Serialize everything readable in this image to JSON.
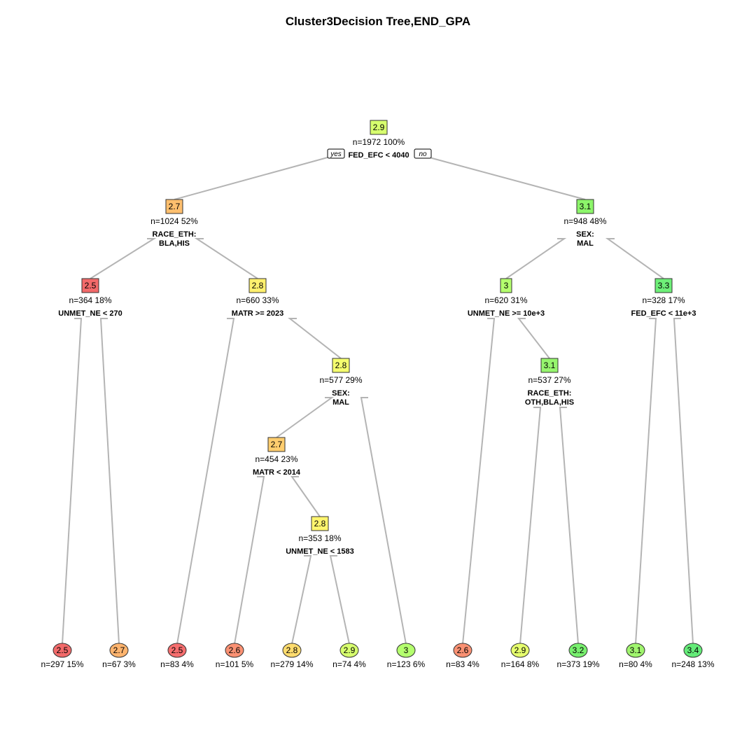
{
  "title": "Cluster3Decision Tree,END_GPA",
  "labels": {
    "yes": "yes",
    "no": "no"
  },
  "colors": {
    "edge": "#b4b4b4",
    "stroke": "#333333"
  },
  "nodes": {
    "root": {
      "value": "2.9",
      "stat": "n=1972  100%",
      "split": [
        "FED_EFC < 4040"
      ],
      "color": "#d7ff6e"
    },
    "n2": {
      "value": "2.7",
      "stat": "n=1024  52%",
      "split": [
        "RACE_ETH:",
        "BLA,HIS"
      ],
      "color": "#ffbf6e"
    },
    "n3": {
      "value": "3.1",
      "stat": "n=948  48%",
      "split": [
        "SEX:",
        "MAL"
      ],
      "color": "#8cf56a"
    },
    "n4": {
      "value": "2.5",
      "stat": "n=364  18%",
      "split": [
        "UNMET_NE < 270"
      ],
      "color": "#f26a6a"
    },
    "n5": {
      "value": "2.8",
      "stat": "n=660  33%",
      "split": [
        "MATR >= 2023"
      ],
      "color": "#fff06e"
    },
    "n6": {
      "value": "3",
      "stat": "n=620  31%",
      "split": [
        "UNMET_NE >= 10e+3"
      ],
      "color": "#b4ff6e"
    },
    "n7": {
      "value": "3.3",
      "stat": "n=328  17%",
      "split": [
        "FED_EFC < 11e+3"
      ],
      "color": "#6ef078"
    },
    "n11": {
      "value": "2.8",
      "stat": "n=577  29%",
      "split": [
        "SEX:",
        "MAL"
      ],
      "color": "#f5ff6e"
    },
    "n13": {
      "value": "3.1",
      "stat": "n=537  27%",
      "split": [
        "RACE_ETH:",
        "OTH,BLA,HIS"
      ],
      "color": "#96f56e"
    },
    "n22": {
      "value": "2.7",
      "stat": "n=454  23%",
      "split": [
        "MATR < 2014"
      ],
      "color": "#ffcd6e"
    },
    "n45": {
      "value": "2.8",
      "stat": "n=353  18%",
      "split": [
        "UNMET_NE < 1583"
      ],
      "color": "#fff56e"
    },
    "L1": {
      "value": "2.5",
      "stat": "n=297  15%",
      "color": "#f26a6a"
    },
    "L2": {
      "value": "2.7",
      "stat": "n=67  3%",
      "color": "#ffb46e"
    },
    "L3": {
      "value": "2.5",
      "stat": "n=83  4%",
      "color": "#f56e6e"
    },
    "L4": {
      "value": "2.6",
      "stat": "n=101  5%",
      "color": "#fa9173"
    },
    "L5": {
      "value": "2.8",
      "stat": "n=279  14%",
      "color": "#ffdc6e"
    },
    "L6": {
      "value": "2.9",
      "stat": "n=74  4%",
      "color": "#d7ff6e"
    },
    "L7": {
      "value": "3",
      "stat": "n=123  6%",
      "color": "#b4ff6e"
    },
    "L8": {
      "value": "2.6",
      "stat": "n=83  4%",
      "color": "#fa9173"
    },
    "L9": {
      "value": "2.9",
      "stat": "n=164  8%",
      "color": "#e6ff6e"
    },
    "L10": {
      "value": "3.2",
      "stat": "n=373  19%",
      "color": "#78f06e"
    },
    "L11": {
      "value": "3.1",
      "stat": "n=80  4%",
      "color": "#a0f56e"
    },
    "L12": {
      "value": "3.4",
      "stat": "n=248  13%",
      "color": "#64eb78"
    }
  },
  "edges": [
    [
      "root",
      "n2"
    ],
    [
      "root",
      "n3"
    ],
    [
      "n2",
      "n4"
    ],
    [
      "n2",
      "n5"
    ],
    [
      "n3",
      "n6"
    ],
    [
      "n3",
      "n7"
    ],
    [
      "n4",
      "L1"
    ],
    [
      "n4",
      "L2"
    ],
    [
      "n5",
      "L3"
    ],
    [
      "n5",
      "n11"
    ],
    [
      "n11",
      "n22"
    ],
    [
      "n11",
      "L7"
    ],
    [
      "n22",
      "L4"
    ],
    [
      "n22",
      "n45"
    ],
    [
      "n45",
      "L5"
    ],
    [
      "n45",
      "L6"
    ],
    [
      "n6",
      "L8"
    ],
    [
      "n6",
      "n13"
    ],
    [
      "n13",
      "L9"
    ],
    [
      "n13",
      "L10"
    ],
    [
      "n7",
      "L11"
    ],
    [
      "n7",
      "L12"
    ]
  ]
}
